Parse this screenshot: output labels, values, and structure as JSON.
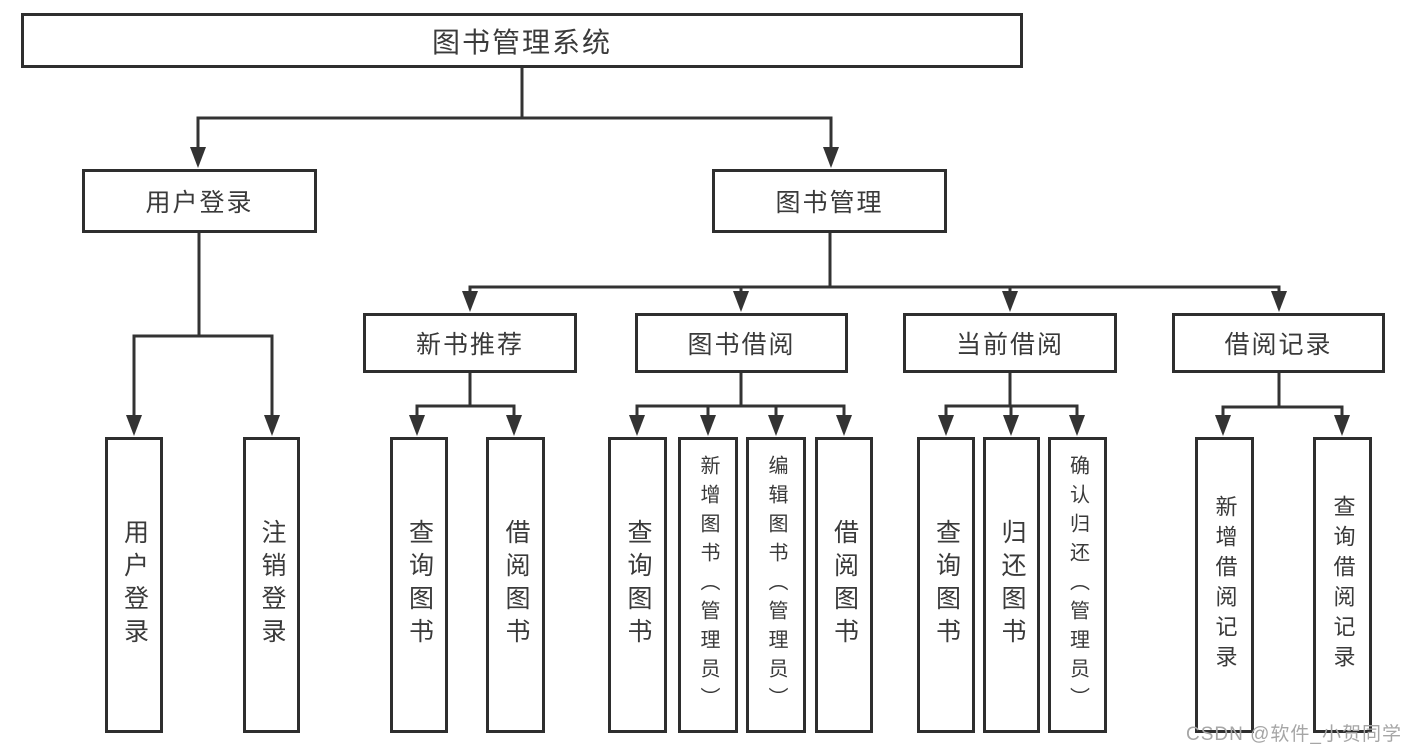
{
  "diagram": {
    "title": "图书管理系统",
    "root": {
      "label": "图书管理系统"
    },
    "branches": [
      {
        "label": "用户登录",
        "children": [
          {
            "label": "用户登录"
          },
          {
            "label": "注销登录"
          }
        ]
      },
      {
        "label": "图书管理",
        "children": [
          {
            "label": "新书推荐",
            "children": [
              {
                "label": "查询图书"
              },
              {
                "label": "借阅图书"
              }
            ]
          },
          {
            "label": "图书借阅",
            "children": [
              {
                "label": "查询图书"
              },
              {
                "label": "新增图书（管理员）"
              },
              {
                "label": "编辑图书（管理员）"
              },
              {
                "label": "借阅图书"
              }
            ]
          },
          {
            "label": "当前借阅",
            "children": [
              {
                "label": "查询图书"
              },
              {
                "label": "归还图书"
              },
              {
                "label": "确认归还（管理员）"
              }
            ]
          },
          {
            "label": "借阅记录",
            "children": [
              {
                "label": "新增借阅记录"
              },
              {
                "label": "查询借阅记录"
              }
            ]
          }
        ]
      }
    ]
  },
  "watermark": {
    "text": "CSDN @软件_小贺同学",
    "color": "#a6a6a6"
  },
  "colors": {
    "line": "#333333",
    "box_border": "#2e2e2e",
    "text": "#3a3a3a",
    "background": "#ffffff"
  }
}
